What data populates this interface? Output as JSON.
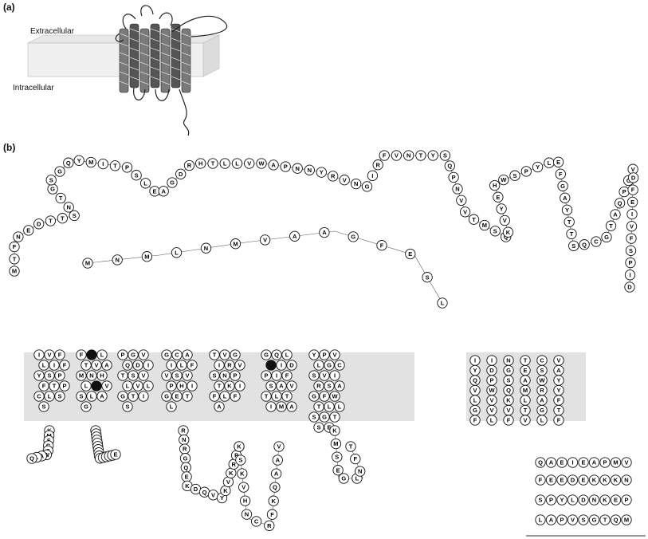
{
  "panel_a": {
    "label": "(a)",
    "extracellular_label": "Extracellular",
    "intracellular_label": "Intracellular",
    "helix_count": 7
  },
  "panel_b": {
    "label": "(b)",
    "membrane_color": "#d4d4d4",
    "residue_fill": "#ffffff",
    "highlight_fill": "#111111",
    "n_terminal_loop": "MTFNEDTTSNTGSGQYMITPSLEAGDRHTLLVWAPNNYRVNGIRFVNTYSQPNVVTMSQKVYEHWSPYLEFGAYTTSQCGTAQPCVDFEIVFSPIDMNMLNMVAAGFESL",
    "helix_sequences": [
      "IVFLIFYSPFTPCLSS",
      "FLLTVAMNHLEVSLAG",
      "PGVQDITSVLVLGTIS",
      "GCAILFVSVPHIGETL",
      "TVGIRVSNPTKIFLFA",
      "GQLVIDPIFSAVTLTIMA",
      "YPVLGCSVIRSAGFWTLLSGTSE"
    ],
    "cytoplasmic_tail_lines": [
      "QAEIEAPMV",
      "FEEDEKKKN",
      "SPYLDNKEP",
      "LAPVSGTQM"
    ]
  }
}
